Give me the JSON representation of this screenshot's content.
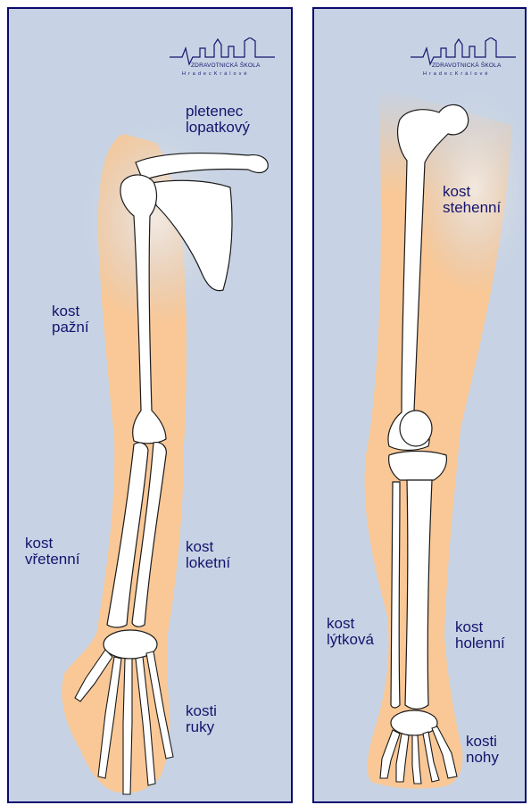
{
  "logo": {
    "name": "ZDRAVOTNICKÁ ŠKOLA",
    "city": "HradecKrálové"
  },
  "colors": {
    "background": "#c7d3e4",
    "border": "#0a0a6e",
    "skin": "#f9c896",
    "bone_fill": "#ffffff",
    "bone_outline": "#1a1a1a",
    "label": "#14146e"
  },
  "arm": {
    "labels": {
      "shoulder": "pletenec\nlopatkový",
      "humerus": "kost\npažní",
      "radius": "kost\nvřetenní",
      "ulna": "kost\nloketní",
      "hand": "kosti\nruky"
    }
  },
  "leg": {
    "labels": {
      "femur": "kost\nstehenní",
      "fibula": "kost\nlýtková",
      "tibia": "kost\nholenní",
      "foot": "kosti\nnohy"
    }
  }
}
